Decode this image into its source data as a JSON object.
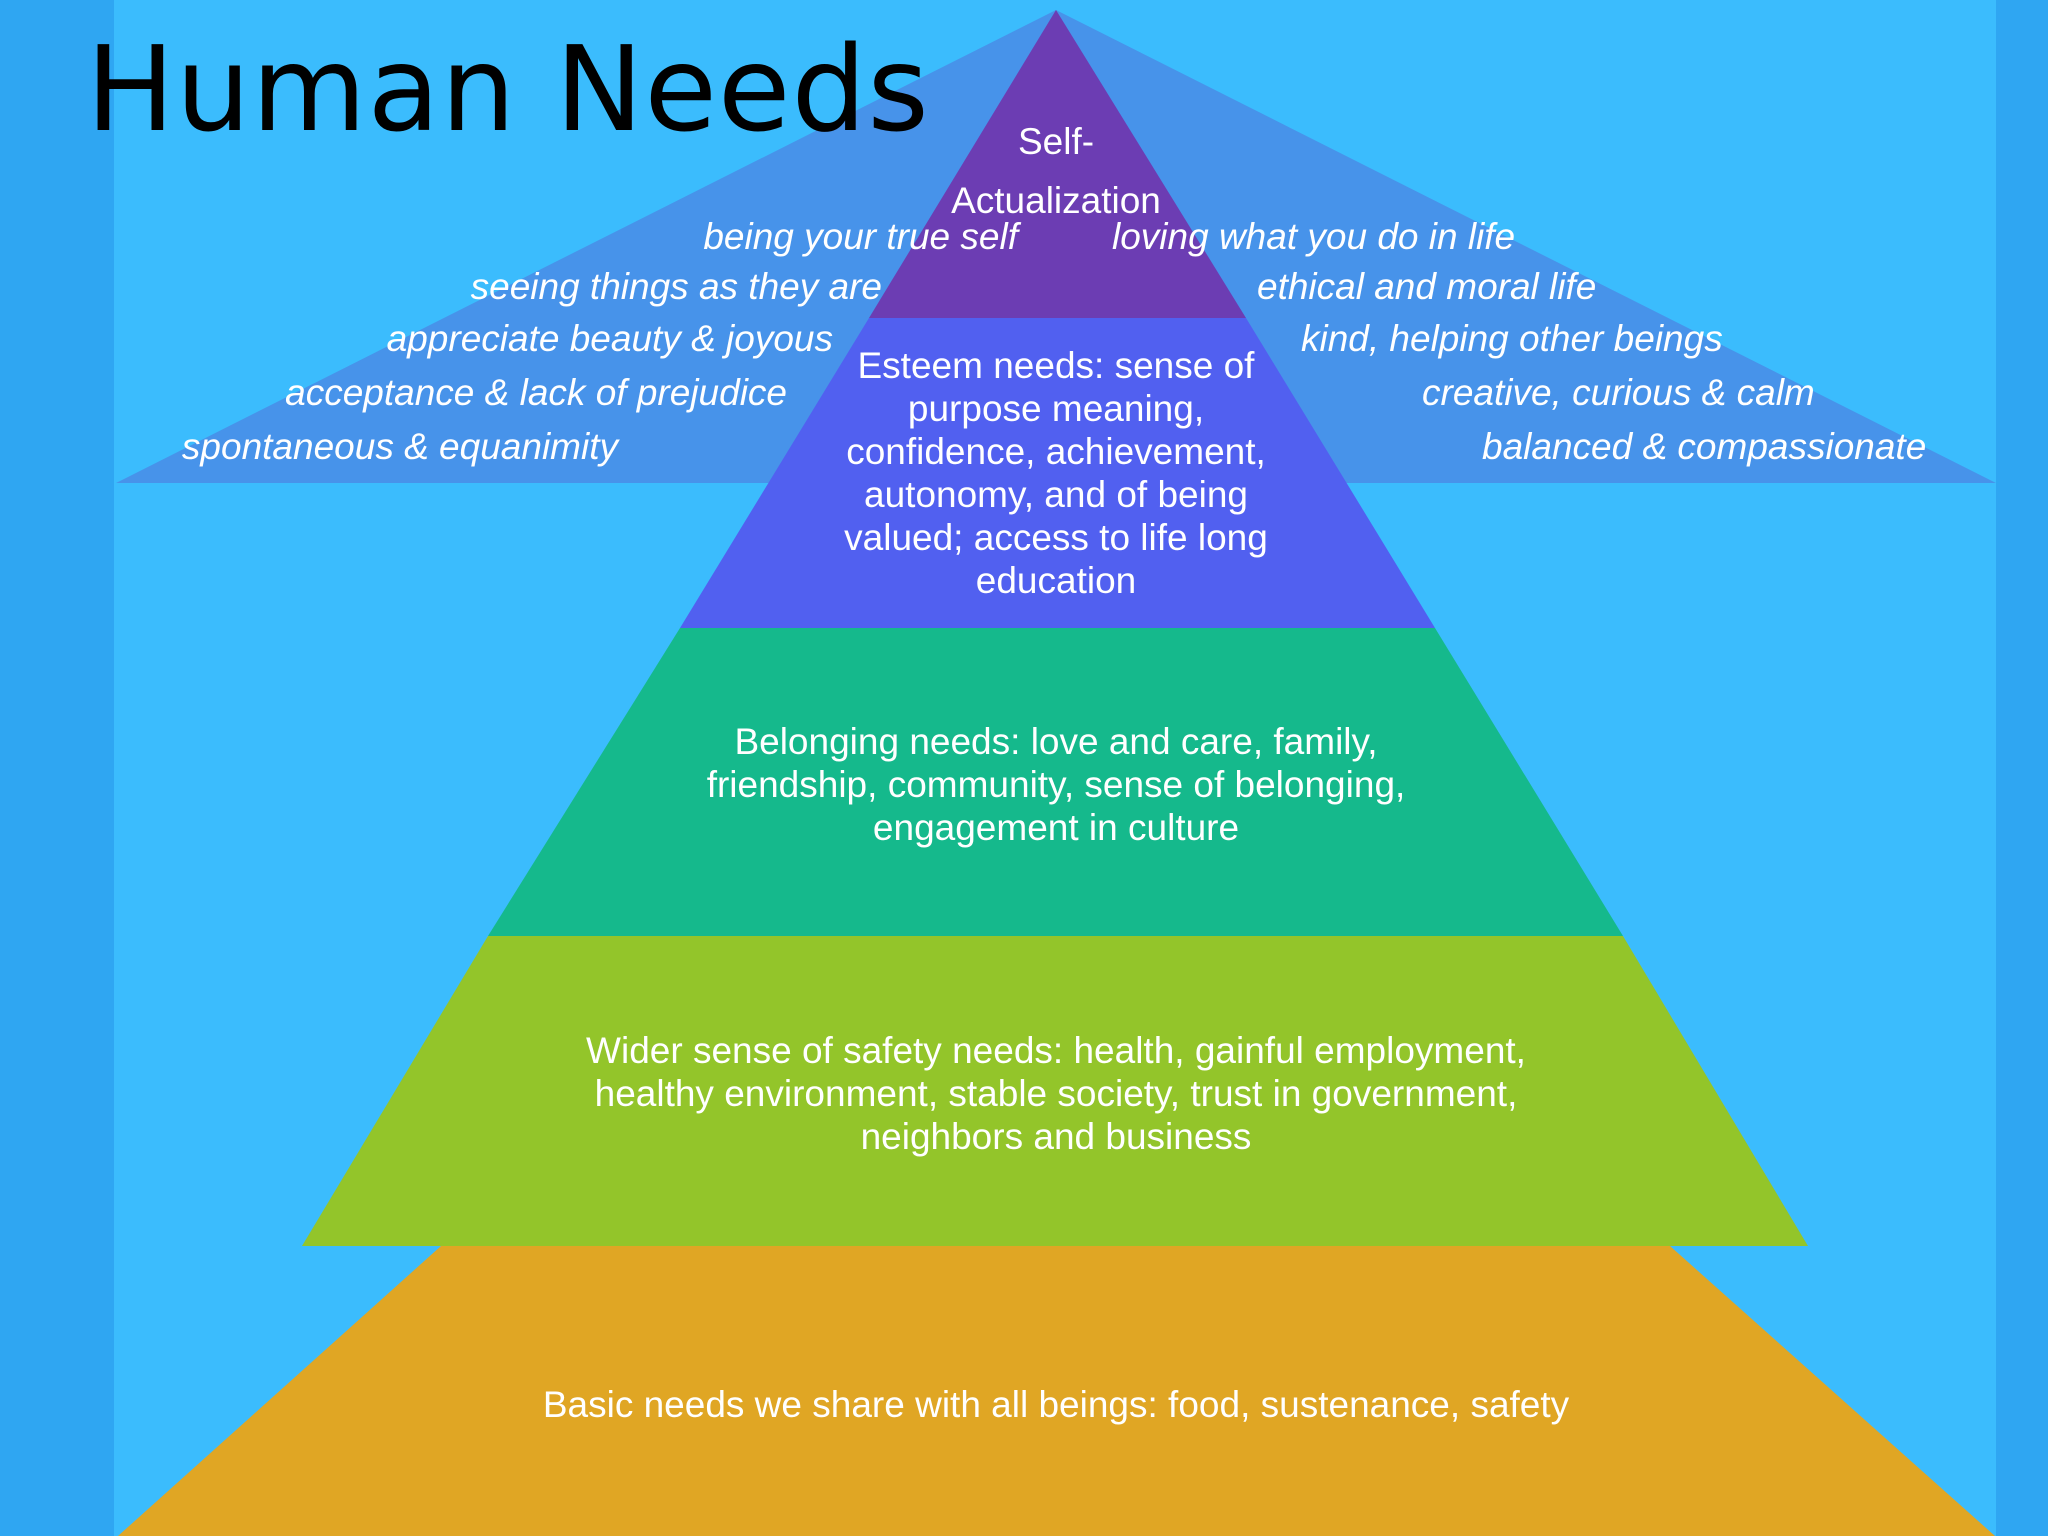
{
  "title": "Human Needs",
  "colors": {
    "outer_background": "#2fa6f2",
    "slide_background": "#3bbcfd",
    "wings": "#4793ea",
    "self_actualization": "#6c3db3",
    "esteem": "#5160f0",
    "belonging": "#15b98c",
    "safety": "#93c52a",
    "basic": "#e0a624"
  },
  "tiers": [
    {
      "id": "self-actualization",
      "lines": [
        "Self-",
        "Actualization"
      ]
    },
    {
      "id": "esteem",
      "lines": [
        "Esteem needs: sense of",
        "purpose meaning,",
        "confidence, achievement,",
        "autonomy, and of being",
        "valued; access to life long",
        "education"
      ]
    },
    {
      "id": "belonging",
      "lines": [
        "Belonging needs: love and care, family,",
        "friendship, community, sense of belonging,",
        "engagement in culture"
      ]
    },
    {
      "id": "safety",
      "lines": [
        "Wider sense of safety needs: health, gainful employment,",
        "healthy environment, stable society, trust in government,",
        "neighbors and business"
      ]
    },
    {
      "id": "basic",
      "lines": [
        "Basic needs we share with all beings: food, sustenance, safety"
      ]
    }
  ],
  "left_attributes": [
    "being your true self",
    "seeing things as they are",
    "appreciate beauty & joyous",
    "acceptance & lack of prejudice",
    "spontaneous & equanimity"
  ],
  "right_attributes": [
    "loving what you do in life",
    "ethical and moral life",
    "kind, helping other beings",
    "creative, curious & calm",
    "balanced & compassionate"
  ]
}
